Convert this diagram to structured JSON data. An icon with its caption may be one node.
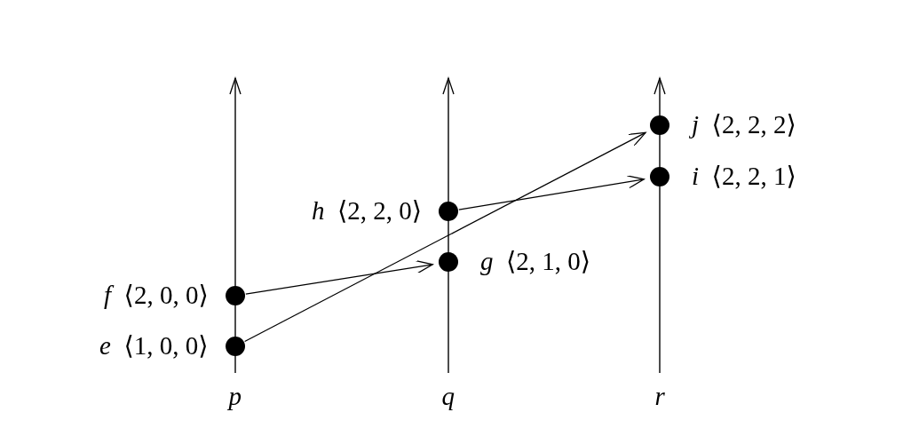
{
  "diagram": {
    "nodes": [
      {
        "text": [],
        "shape": "circle",
        "beside": [
          "*f*  ⟨2, 0, 0⟩"
        ]
      },
      {
        "text": [],
        "shape": "circle",
        "beside": [
          "*e*  ⟨1, 0, 0⟩"
        ]
      },
      {
        "text": [],
        "shape": "circle",
        "beside": [
          "*h*  ⟨2, 2, 0⟩"
        ]
      },
      {
        "text": [],
        "shape": "circle",
        "beside": [
          "*g*  ⟨2, 1, 0⟩"
        ]
      },
      {
        "text": [],
        "shape": "circle",
        "beside": [
          "*j*  ⟨2, 2, 2⟩"
        ]
      },
      {
        "text": [],
        "shape": "circle",
        "beside": [
          "*i*  ⟨2, 2, 1⟩"
        ]
      }
    ],
    "edges": [
      {
        "from": 0,
        "to": 3,
        "arrow": "to"
      },
      {
        "from": 1,
        "to": 4,
        "arrow": "to"
      },
      {
        "from": 2,
        "to": 5,
        "arrow": "to"
      }
    ],
    "labels": [
      "p",
      "q",
      "r"
    ]
  }
}
